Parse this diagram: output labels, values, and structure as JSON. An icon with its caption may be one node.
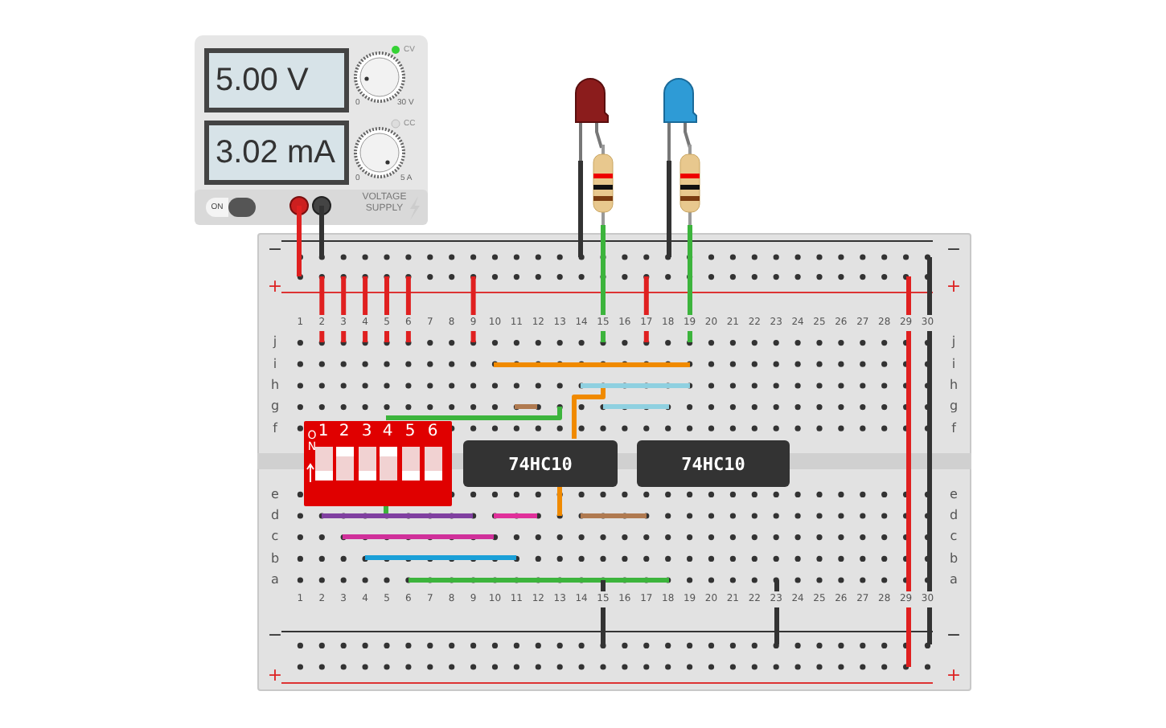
{
  "diagram": {
    "nodes": [
      {
        "text": [
          "5.00 V",
          "3.02 mA",
          "CV",
          "0",
          "30 V",
          "CC",
          "0",
          "5 A",
          "ON",
          "VOLTAGE SUPPLY"
        ]
      },
      {
        "text": [],
        "shape": "box"
      },
      {
        "text": [
          "ON",
          "1",
          "2",
          "3",
          "4",
          "5",
          "6"
        ],
        "in": 1
      },
      {
        "text": [
          "74HC10"
        ],
        "in": 1
      },
      {
        "text": [
          "74HC10"
        ],
        "in": 1
      }
    ],
    "labels": [
      "−",
      "−",
      "+",
      "+",
      "1",
      "2",
      "3",
      "4",
      "5",
      "6",
      "7",
      "8",
      "9",
      "10",
      "11",
      "12",
      "13",
      "14",
      "15",
      "16",
      "17",
      "18",
      "19",
      "20",
      "21",
      "22",
      "23",
      "24",
      "25",
      "26",
      "27",
      "28",
      "29",
      "30",
      "j",
      "j",
      "i",
      "i",
      "h",
      "h",
      "g",
      "g",
      "f",
      "f",
      "e",
      "e",
      "d",
      "d",
      "c",
      "c",
      "b",
      "b",
      "a",
      "a",
      "1",
      "2",
      "3",
      "4",
      "5",
      "6",
      "7",
      "8",
      "9",
      "10",
      "11",
      "12",
      "13",
      "14",
      "15",
      "16",
      "17",
      "18",
      "19",
      "20",
      "21",
      "22",
      "23",
      "24",
      "25",
      "26",
      "27",
      "28",
      "29",
      "30",
      "−",
      "−",
      "+",
      "+"
    ]
  }
}
